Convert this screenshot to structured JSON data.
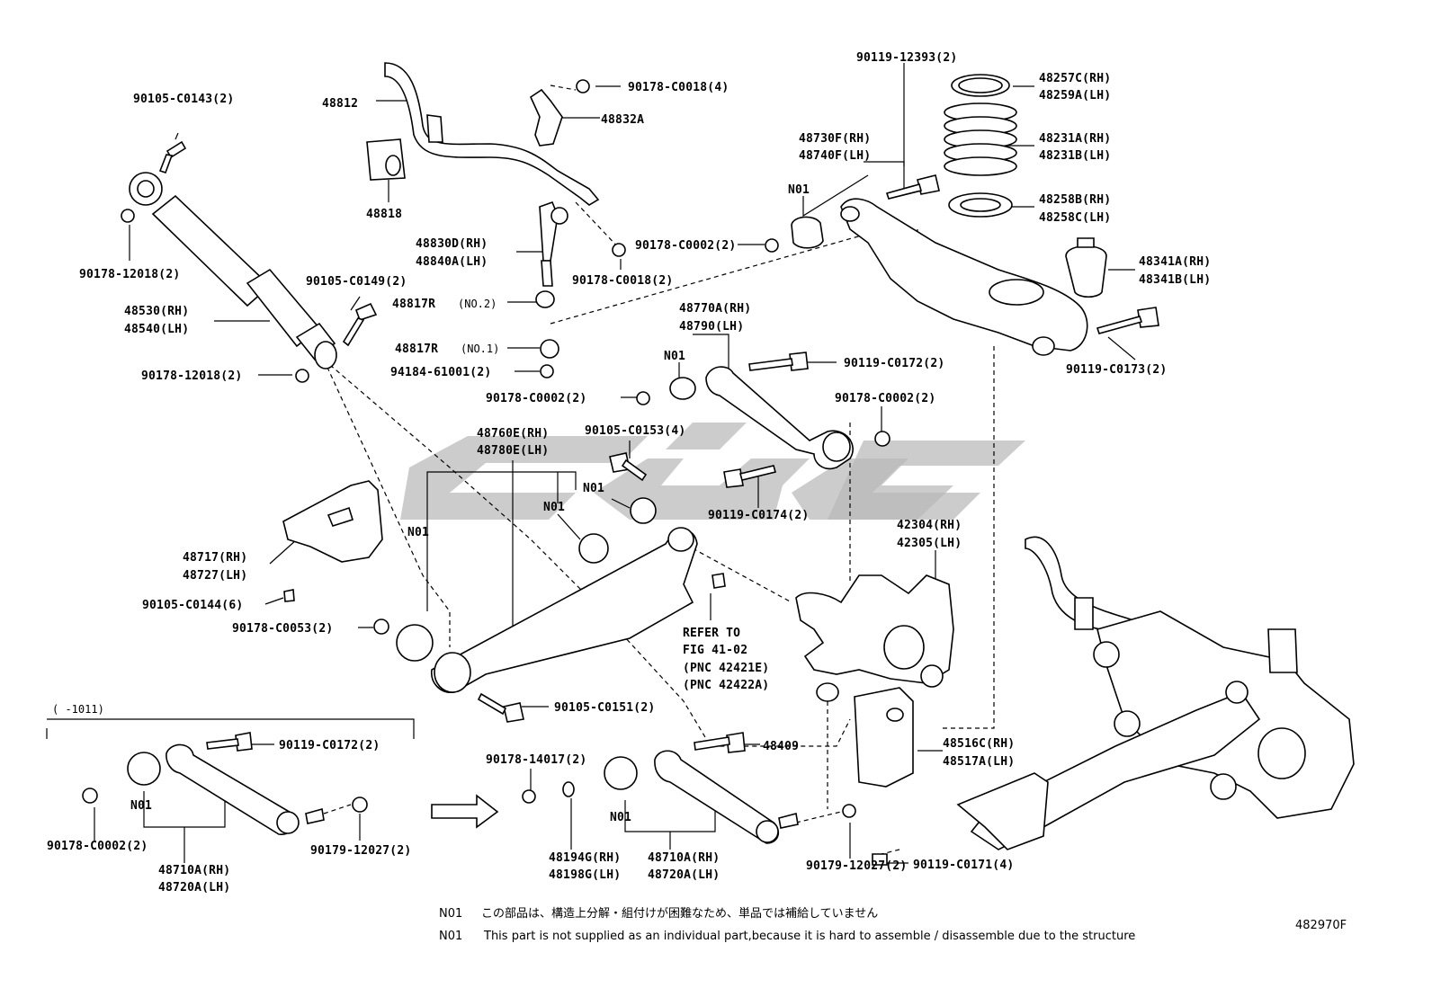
{
  "labels": {
    "p90105_C0143": "90105-C0143(2)",
    "p48812": "48812",
    "p90178_C0018_4": "90178-C0018(4)",
    "p48832A": "48832A",
    "p48818": "48818",
    "p90178_12018_a": "90178-12018(2)",
    "p90105_C0149": "90105-C0149(2)",
    "p48530_rh": "48530(RH)",
    "p48540_lh": "48540(LH)",
    "p90178_12018_b": "90178-12018(2)",
    "p48830D_rh": "48830D(RH)",
    "p48840A_lh": "48840A(LH)",
    "p90178_C0018_2": "90178-C0018(2)",
    "p48817R_no2": "48817R",
    "no2": "(NO.2)",
    "p48817R_no1": "48817R",
    "no1": "(NO.1)",
    "p94184_61001": "94184-61001(2)",
    "p90119_12393": "90119-12393(2)",
    "p48257C_rh": "48257C(RH)",
    "p48259A_lh": "48259A(LH)",
    "p48730F_rh": "48730F(RH)",
    "p48740F_lh": "48740F(LH)",
    "p48231A_rh": "48231A(RH)",
    "p48231B_lh": "48231B(LH)",
    "n01_a": "N01",
    "p48258B_rh": "48258B(RH)",
    "p48258C_lh": "48258C(LH)",
    "p90178_C0002_a": "90178-C0002(2)",
    "p48341A_rh": "48341A(RH)",
    "p48341B_lh": "48341B(LH)",
    "p48770A_rh": "48770A(RH)",
    "p48790_lh": "48790(LH)",
    "n01_b": "N01",
    "p90119_C0172_a": "90119-C0172(2)",
    "p90119_C0173": "90119-C0173(2)",
    "p90178_C0002_b": "90178-C0002(2)",
    "p90178_C0002_c": "90178-C0002(2)",
    "p48760E_rh": "48760E(RH)",
    "p48780E_lh": "48780E(LH)",
    "p90105_C0153": "90105-C0153(4)",
    "n01_c": "N01",
    "n01_d": "N01",
    "n01_e": "N01",
    "p90119_C0174": "90119-C0174(2)",
    "p42304_rh": "42304(RH)",
    "p42305_lh": "42305(LH)",
    "p48717_rh": "48717(RH)",
    "p48727_lh": "48727(LH)",
    "p90105_C0144": "90105-C0144(6)",
    "p90178_C0053": "90178-C0053(2)",
    "refer1": "REFER TO",
    "refer2": "FIG 41-02",
    "refer3": "(PNC 42421E)",
    "refer4": "(PNC 42422A)",
    "p90105_C0151": "90105-C0151(2)",
    "range": "(    -1011)",
    "p90119_C0172_b": "90119-C0172(2)",
    "n01_f": "N01",
    "p90178_C0002_d": "90178-C0002(2)",
    "p90179_12027_a": "90179-12027(2)",
    "p48710A_rh_a": "48710A(RH)",
    "p48720A_lh_a": "48720A(LH)",
    "p90178_14017": "90178-14017(2)",
    "p48409": "48409",
    "p48516C_rh": "48516C(RH)",
    "p48517A_lh": "48517A(LH)",
    "n01_g": "N01",
    "p48194G_rh": "48194G(RH)",
    "p48198G_lh": "48198G(LH)",
    "p48710A_rh_b": "48710A(RH)",
    "p48720A_lh_b": "48720A(LH)",
    "p90179_12027_b": "90179-12027(2)",
    "p90119_C0171": "90119-C0171(4)"
  },
  "notes": {
    "jp_code": "N01",
    "jp_text": "この部品は、構造上分解・組付けが困難なため、単品では補給していません",
    "en_code": "N01",
    "en_text": "This part is not supplied as an individual part,because it is hard to assemble / disassemble due to the structure"
  },
  "figure_id": "482970F"
}
